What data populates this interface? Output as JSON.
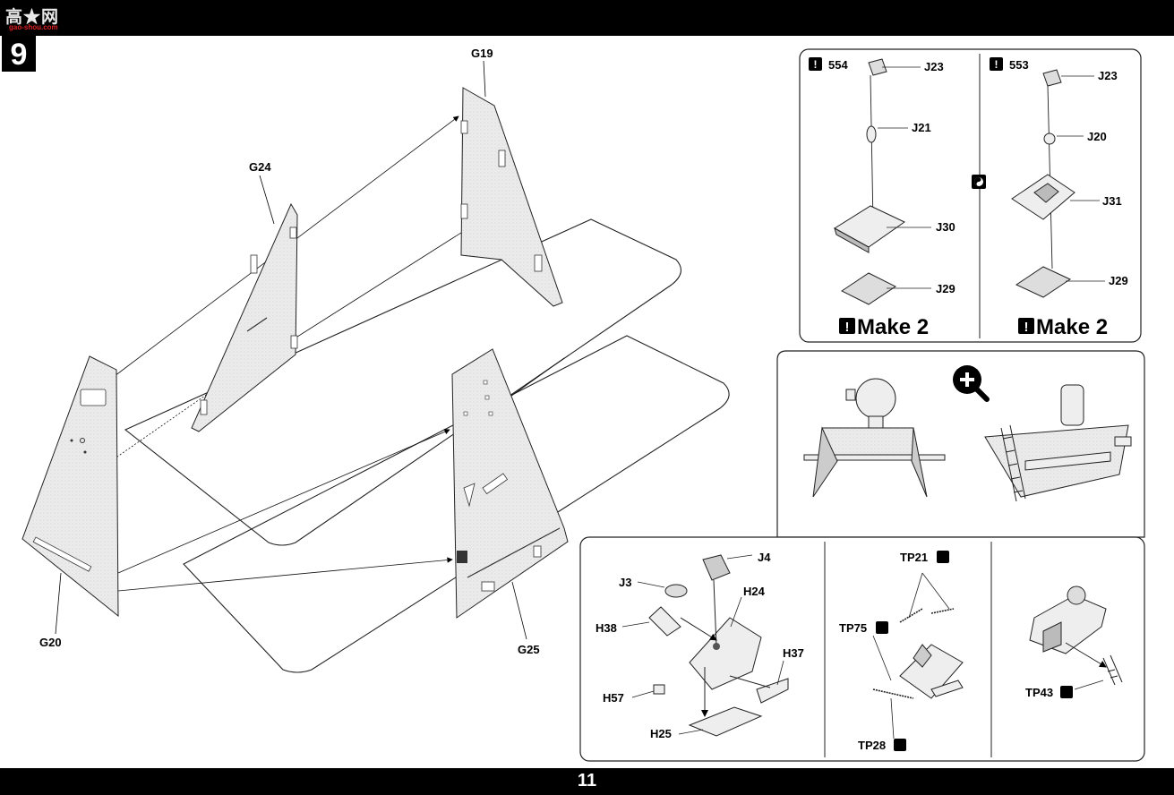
{
  "header": {
    "logo_text": "高★网",
    "logo_sub": "gao-shou.com"
  },
  "step_number": "9",
  "page_number": "11",
  "main_parts": {
    "g19": "G19",
    "g24": "G24",
    "g20": "G20",
    "g25": "G25"
  },
  "inset_554": {
    "number": "554",
    "parts": [
      "J23",
      "J21",
      "J30",
      "J29"
    ],
    "make": "Make 2"
  },
  "inset_553": {
    "number": "553",
    "parts": [
      "J23",
      "J20",
      "J31",
      "J29"
    ],
    "make": "Make 2"
  },
  "sub_h24": {
    "parts": [
      "J4",
      "J3",
      "H24",
      "H38",
      "H37",
      "H57",
      "H25"
    ]
  },
  "sub_tp": {
    "parts": [
      "TP21",
      "TP75",
      "TP28"
    ]
  },
  "sub_tp43": {
    "parts": [
      "TP43"
    ]
  },
  "colors": {
    "bars": "#000000",
    "panel_fill": "#e9e9e9",
    "line": "#000000"
  },
  "icons": [
    "warning-icon",
    "magnify-plus-icon",
    "yin-yang-icon",
    "photo-etch-icon"
  ]
}
